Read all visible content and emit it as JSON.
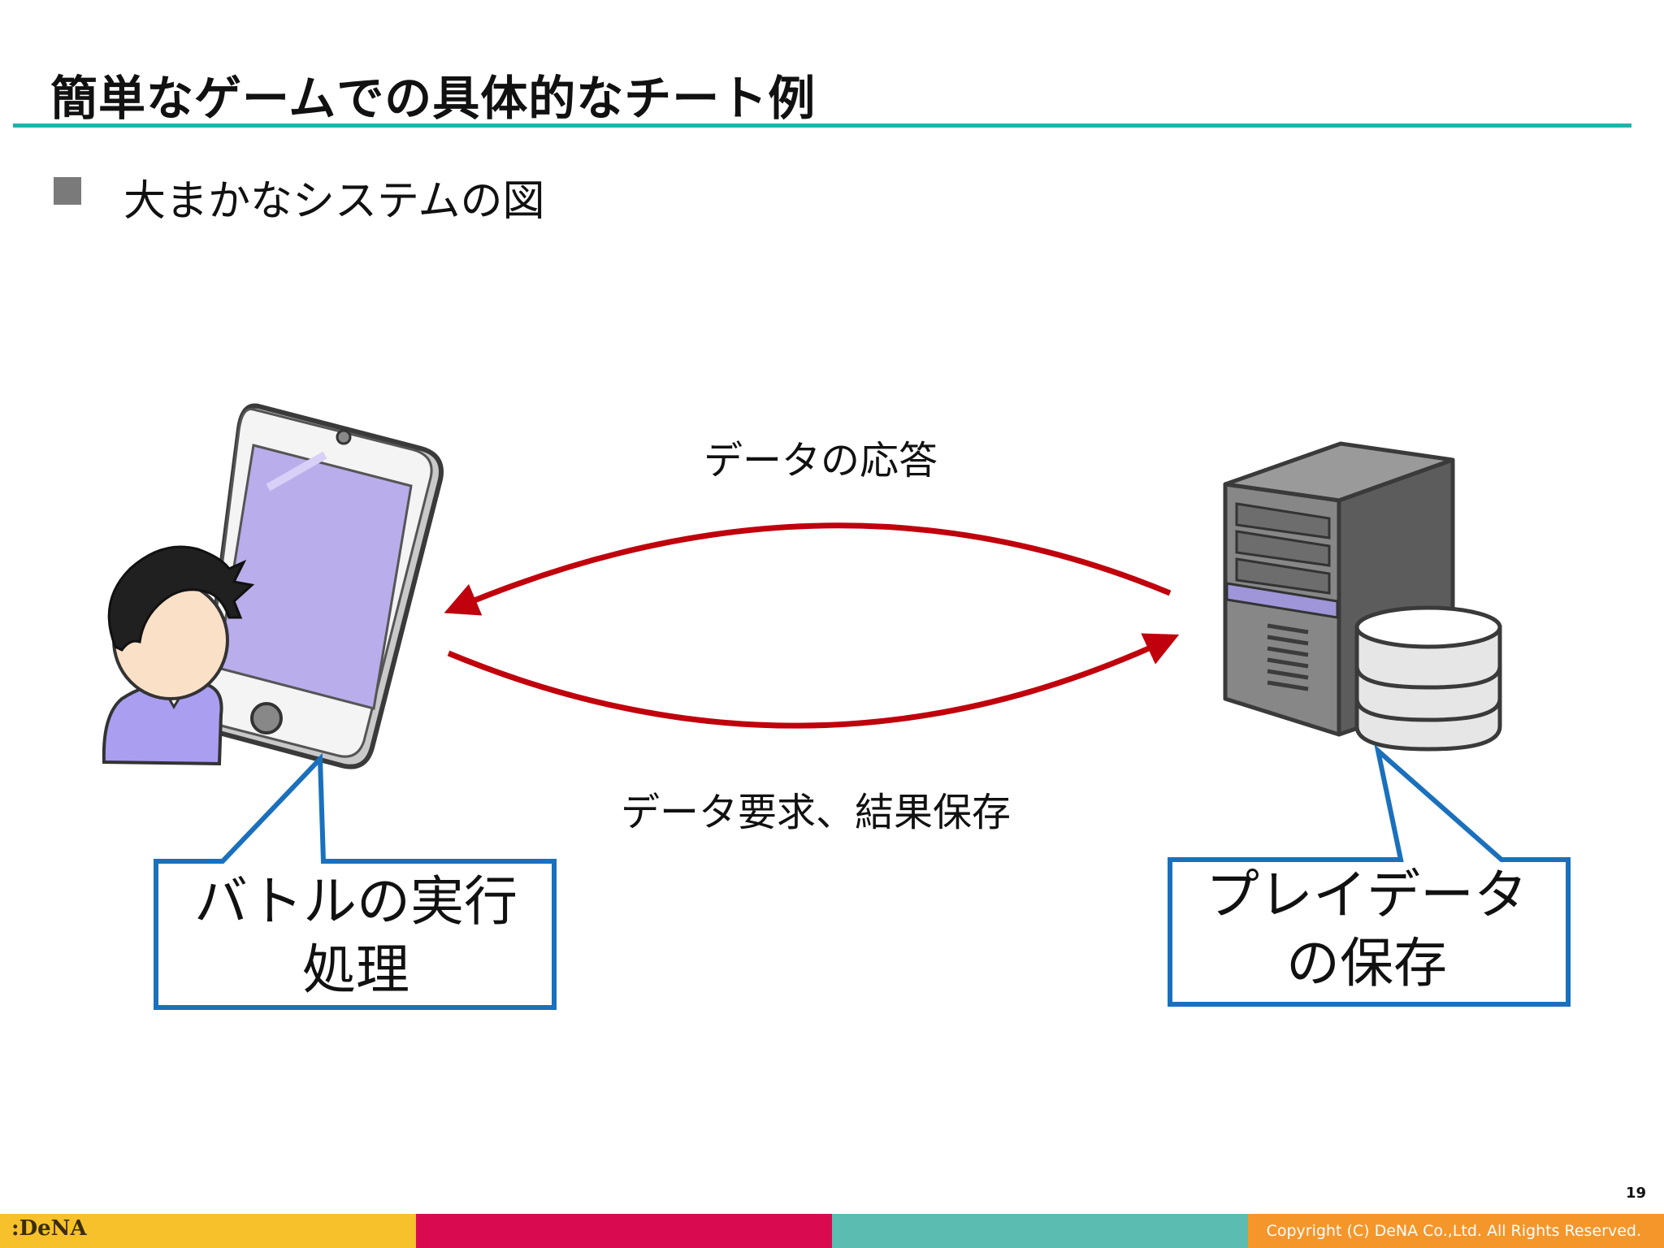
{
  "slide": {
    "title": "簡単なゲームでの具体的なチート例",
    "bullet": "大まかなシステムの図",
    "page_number": "19"
  },
  "diagram": {
    "arrow_top_label": "データの応答",
    "arrow_bottom_label": "データ要求、結果保存",
    "callout_left": "バトルの実行処理",
    "callout_right": "プレイデータの保存",
    "colors": {
      "arrow": "#c0000c",
      "callout_border": "#1a70bd",
      "title_rule": "#1fb3ad"
    }
  },
  "footer": {
    "logo": ":DeNA",
    "copyright": "Copyright (C) DeNA Co.,Ltd. All Rights Reserved.",
    "band_colors": [
      "#f6c12a",
      "#d90a4f",
      "#5bbcb1",
      "#f5962b"
    ]
  }
}
